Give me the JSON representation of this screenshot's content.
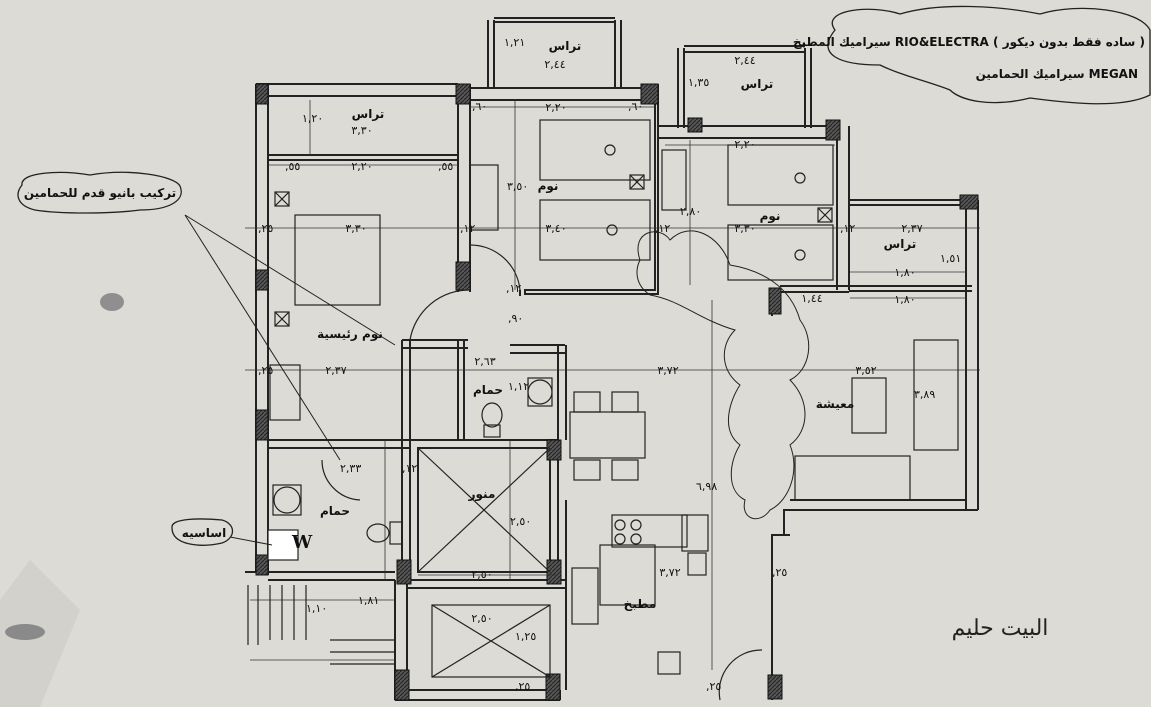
{
  "notes": {
    "finishes_line1": "سيراميك المطبخ RIO&ELECTRA ( ساده فقط بدون ديكور )",
    "finishes_line2": "سيراميك الحمامين MEGAN",
    "bathtub_note": "تركيب بانيو قدم للحمامين",
    "bathtub_note_visible": "تركيب بانيو قدم للحمامين",
    "base_note": "اساسيه",
    "signature": "البيت حليم"
  },
  "rooms": {
    "terrace_top": "تراس",
    "terrace_top_right": "تراس",
    "terrace_left": "تراس",
    "terrace_right": "تراس",
    "bedroom_top": "نوم",
    "bedroom_right": "نوم",
    "master_bedroom": "نوم رئيسية",
    "bath_master": "حمام",
    "bath_left": "حمام",
    "lightwell": "منور",
    "living": "معيشة",
    "kitchen": "مطبخ"
  },
  "dims": {
    "d_244a": "٢,٤٤",
    "d_121": "١,٢١",
    "d_244b": "٢,٤٤",
    "d_135": "١,٣٥",
    "d_330a": "٣,٣٠",
    "d_120": "١,٢٠",
    "d_055a": ",٥٥",
    "d_220a": "٢,٢٠",
    "d_055b": ",٥٥",
    "d_060a": ",٦٠",
    "d_220b": "٢,٢٠",
    "d_060b": ",٦٠",
    "d_350": "٣,٥٠",
    "d_340": "٣,٤٠",
    "d_220c": "٢,٢٠",
    "d_280": "٢,٨٠",
    "d_330b": "٣,٣٠",
    "d_237a": "٢,٣٧",
    "d_330c": "٣,٣٠",
    "d_025a": ",٢٥",
    "d_012a": ",١٢",
    "d_012b": ",١٢",
    "d_012c": ",١٢",
    "d_180a": "١,٨٠",
    "d_180b": "١,٨٠",
    "d_144": "١,٤٤",
    "d_151": "١,٥١",
    "d_012d": ",١٢",
    "d_090": ",٩٠",
    "d_263": "٢,٦٣",
    "d_372a": "٣,٧٢",
    "d_352": "٣,٥٢",
    "d_237b": "٢,٣٧",
    "d_025b": ",٢٥",
    "d_112": "١,١٢",
    "d_389": "٣,٨٩",
    "d_233": "٢,٣٣",
    "d_012e": ",١٢",
    "d_250a": "٢,٥٠",
    "d_250b": "٢,٥٠",
    "d_698": "٦,٩٨",
    "d_372b": "٣,٧٢",
    "d_025c": ",٢٥",
    "d_181": "١,٨١",
    "d_110": "١,١٠",
    "d_250c": "٢,٥٠",
    "d_125": "١,٢٥",
    "d_025d": ",٢٥",
    "d_025e": ",٢٥"
  }
}
